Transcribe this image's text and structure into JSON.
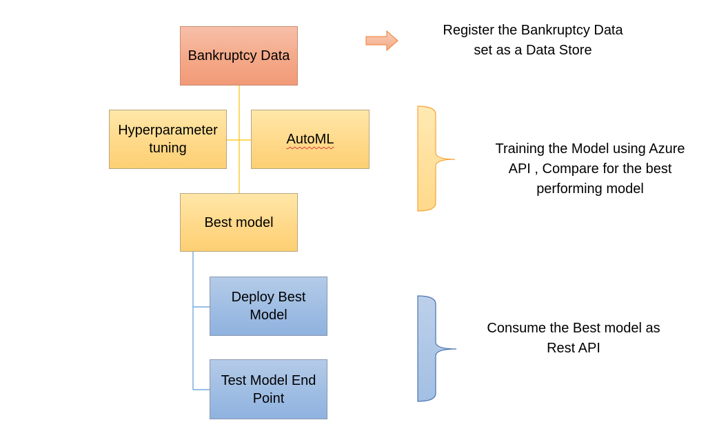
{
  "nodes": {
    "bankruptcy_data": "Bankruptcy Data",
    "hyperparameter_tuning": "Hyperparameter\ntuning",
    "automl": "AutoML",
    "best_model": "Best model",
    "deploy_best_model": "Deploy Best\nModel",
    "test_model_endpoint": "Test Model End\nPoint"
  },
  "annotations": {
    "register": "Register the Bankruptcy Data\nset as a Data Store",
    "training": "Training the Model using Azure\nAPI , Compare for the best\nperforming model",
    "consume": "Consume the Best model as\nRest API"
  },
  "colors": {
    "data_node": "#f4a988",
    "training_nodes": "#ffd98a",
    "deployment_nodes": "#9fbde3",
    "orange_connector": "#ffc000",
    "blue_connector": "#5b9bd5"
  }
}
